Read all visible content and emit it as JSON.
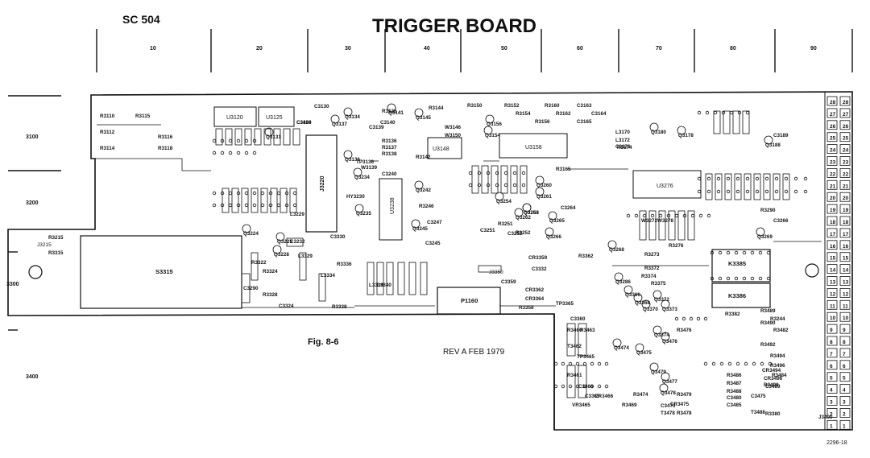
{
  "header": {
    "model": "SC 504",
    "title": "TRIGGER BOARD"
  },
  "grid": {
    "columns": [
      "10",
      "20",
      "30",
      "40",
      "50",
      "60",
      "70",
      "80",
      "90"
    ],
    "rows": [
      "3100",
      "3200",
      "3300",
      "3400"
    ]
  },
  "figure": {
    "caption": "Fig. 8-6",
    "revision": "REV A  FEB 1979",
    "drawing_number": "2296-18"
  },
  "components": {
    "major": [
      "S3315",
      "P1160",
      "K3385",
      "K3386",
      "J3220",
      "U3120",
      "U3125",
      "U3148",
      "U3158",
      "U3238",
      "U3276",
      "J3350",
      "J3215"
    ],
    "resistors": [
      "R3110",
      "R3115",
      "R3112",
      "R3114",
      "R3116",
      "R3118",
      "R3215",
      "R3315",
      "R3322",
      "R3324",
      "R3328",
      "R3336",
      "R3338",
      "R3135",
      "R3144",
      "R3150",
      "R3152",
      "R3160",
      "R3154",
      "R3156",
      "R3162",
      "R3136",
      "R3137",
      "R3138",
      "R3142",
      "R3174",
      "R3165",
      "R3251",
      "R3252",
      "R3273",
      "R3276",
      "R3290",
      "R3358",
      "R3362",
      "R3372",
      "R3374",
      "R3375",
      "R3460",
      "R3461",
      "R3463",
      "R3469",
      "R3474",
      "R3476",
      "R3478",
      "R3479",
      "R3482",
      "R3484",
      "R3486",
      "R3487",
      "R3488",
      "R3489",
      "R3490",
      "R3492",
      "R3494",
      "R3496",
      "R3498",
      "R3380",
      "R3382",
      "R3244",
      "R3246"
    ],
    "capacitors": [
      "C3129",
      "C3130",
      "C3139",
      "C3140",
      "C3163",
      "C3164",
      "C3165",
      "C3176",
      "C3189",
      "C3232",
      "C3240",
      "C3245",
      "C3247",
      "C3251",
      "C3252",
      "C3264",
      "C3266",
      "C3290",
      "C3324",
      "C3330",
      "C3332",
      "C3359",
      "C3360",
      "C3365",
      "C3466",
      "C3470",
      "C3475",
      "C3480",
      "C3485",
      "C3489",
      "C3496"
    ],
    "transistors": [
      "Q3131",
      "Q3134",
      "Q3136",
      "Q3137",
      "Q3141",
      "Q3145",
      "Q3154",
      "Q3156",
      "Q3178",
      "Q3180",
      "Q3188",
      "Q3224",
      "Q3225",
      "Q3228",
      "Q3234",
      "Q3235",
      "Q3242",
      "Q3245",
      "Q3254",
      "Q3258",
      "Q3260",
      "Q3261",
      "Q3262",
      "Q3263",
      "Q3265",
      "Q3266",
      "Q3268",
      "Q3269",
      "Q3286",
      "Q3366",
      "Q3368",
      "Q3370",
      "Q3372",
      "Q3373",
      "Q3374",
      "Q3474",
      "Q3475",
      "Q3476",
      "Q3477",
      "Q3478",
      "Q3479"
    ],
    "inductors": [
      "L3170",
      "L3172",
      "L3229",
      "L3329",
      "L3334",
      "L3339",
      "L3340"
    ],
    "other": [
      "W3139",
      "W3146",
      "W3150",
      "W3272",
      "W3278",
      "TP3136",
      "TP3365",
      "TP3465",
      "HY3230",
      "VR3465",
      "CR3359",
      "CR3362",
      "CR3364",
      "CR3466",
      "CR3475",
      "CR3494",
      "CR3496",
      "T3462",
      "T3478",
      "T3488",
      "J3490"
    ]
  },
  "edge_connector": {
    "pins_outer": [
      "28",
      "27",
      "26",
      "25",
      "24",
      "23",
      "22",
      "21",
      "20",
      "19",
      "18",
      "17",
      "16",
      "15",
      "14",
      "13",
      "12",
      "11",
      "10",
      "9",
      "8",
      "7",
      "6",
      "5",
      "4",
      "3",
      "2",
      "1"
    ],
    "pins_inner": [
      "28",
      "27",
      "26",
      "25",
      "24",
      "23",
      "22",
      "21",
      "20",
      "19",
      "18",
      "17",
      "16",
      "15",
      "14",
      "13",
      "12",
      "11",
      "10",
      "9",
      "8",
      "7",
      "6",
      "5",
      "4",
      "3",
      "2",
      "1"
    ]
  }
}
